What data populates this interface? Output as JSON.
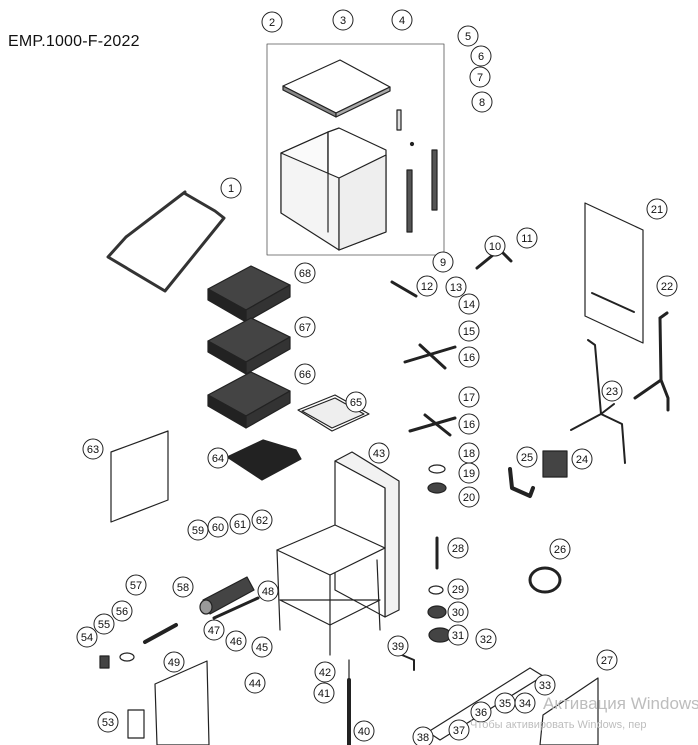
{
  "document": {
    "model_code": "EMP.1000-F-2022"
  },
  "callouts": [
    "1",
    "2",
    "3",
    "4",
    "5",
    "6",
    "7",
    "8",
    "9",
    "10",
    "11",
    "12",
    "13",
    "14",
    "15",
    "16",
    "16",
    "17",
    "18",
    "19",
    "20",
    "21",
    "22",
    "23",
    "24",
    "25",
    "26",
    "27",
    "28",
    "29",
    "30",
    "31",
    "32",
    "33",
    "34",
    "35",
    "36",
    "37",
    "38",
    "39",
    "40",
    "41",
    "42",
    "43",
    "44",
    "45",
    "46",
    "47",
    "48",
    "49",
    "53",
    "54",
    "55",
    "56",
    "57",
    "58",
    "59",
    "60",
    "61",
    "62",
    "63",
    "64",
    "65",
    "66",
    "67",
    "68"
  ],
  "watermark": {
    "line1": "Активация Windows",
    "line2": "Чтобы активировать Windows, пер"
  }
}
